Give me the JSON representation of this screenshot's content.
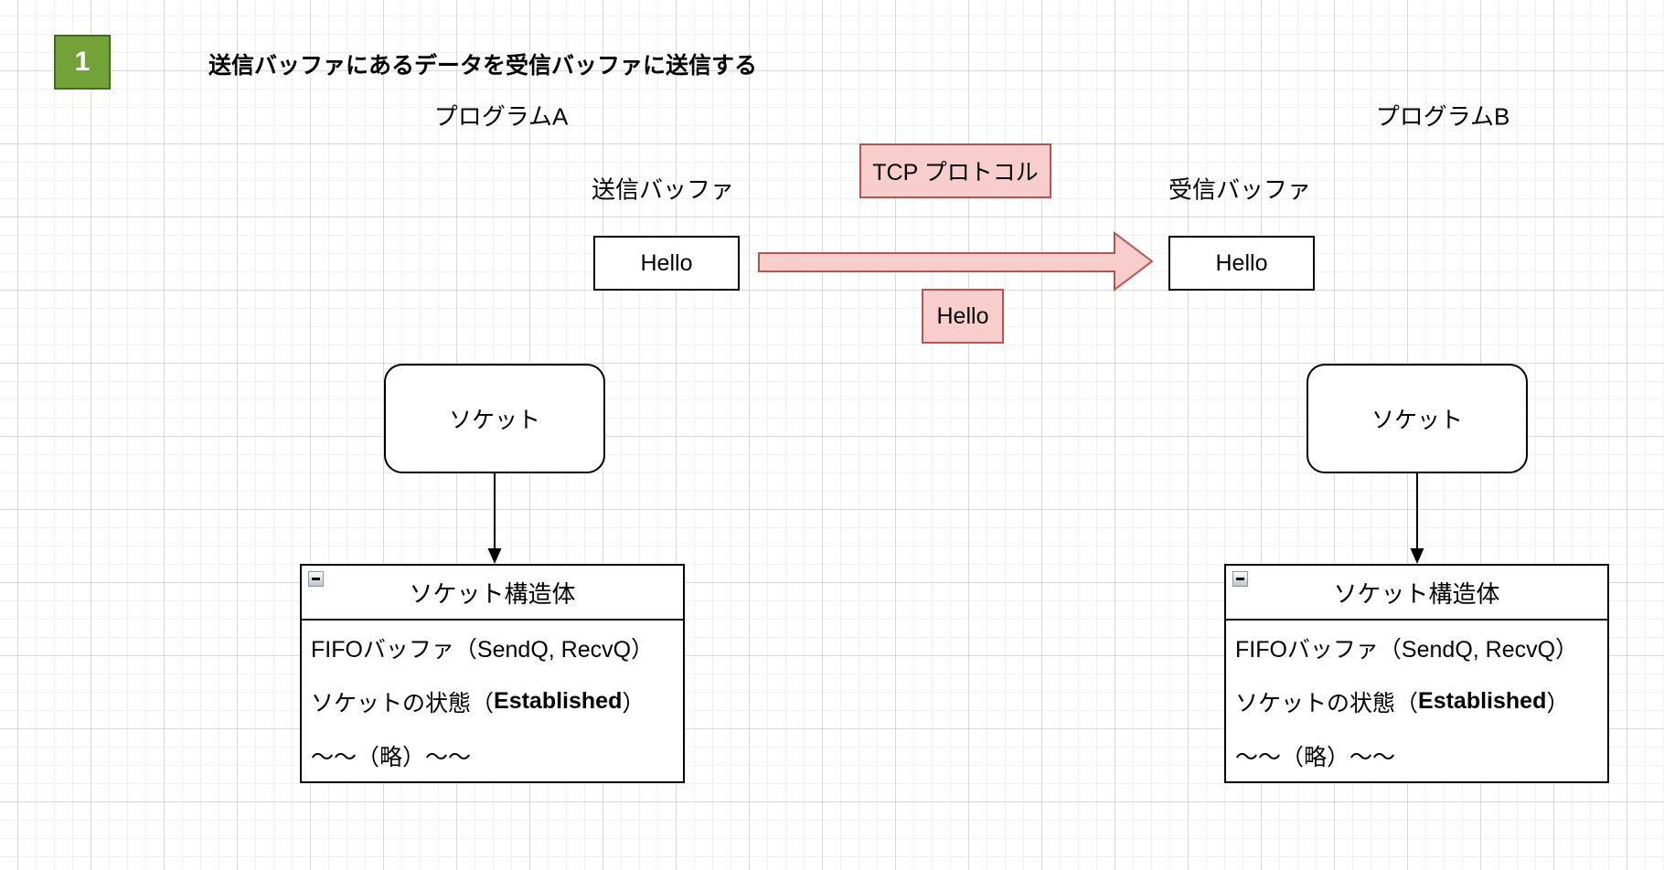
{
  "diagram": {
    "step_badge": {
      "number": "1"
    },
    "title": "送信バッファにあるデータを受信バッファに送信する",
    "program_a_label": "プログラムA",
    "program_b_label": "プログラムB",
    "send_buffer_label": "送信バッファ",
    "receive_buffer_label": "受信バッファ",
    "tcp_protocol_label": "TCP プロトコル",
    "send_hello": "Hello",
    "receive_hello": "Hello",
    "arrow_payload": "Hello",
    "socket_label": "ソケット",
    "socket_struct": {
      "title": "ソケット構造体",
      "row_fifo": "FIFOバッファ（SendQ, RecvQ）",
      "row_state_prefix": "ソケットの状態（",
      "row_state_bold": "Established",
      "row_state_suffix": "）",
      "row_omitted": "〜〜（略）〜〜"
    },
    "colors": {
      "pink_fill": "#f8cecc",
      "pink_border": "#b85450",
      "green_fill": "#73a338",
      "green_border": "#3c701b",
      "shape_border": "#000000",
      "arrow_black": "#000000"
    }
  }
}
